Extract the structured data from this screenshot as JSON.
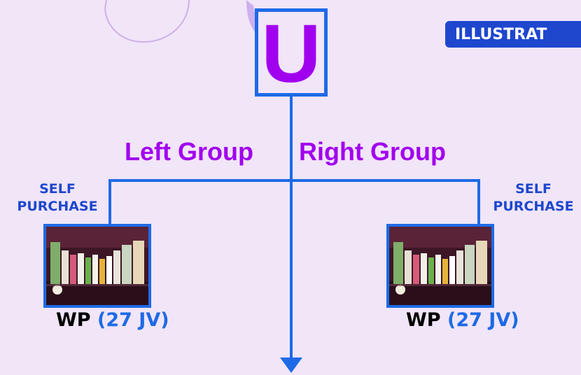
{
  "root_label": "U",
  "badge": "ILLUSTRAT",
  "groups": {
    "left": "Left Group",
    "right": "Right Group"
  },
  "left_node": {
    "self_label_line1": "SELF",
    "self_label_line2": "PURCHASE",
    "product_code": "WP",
    "product_volume": "(27 JV)"
  },
  "right_node": {
    "self_label_line1": "SELF",
    "self_label_line2": "PURCHASE",
    "product_code": "WP",
    "product_volume": "(27 JV)"
  },
  "colors": {
    "background": "#f1e5f8",
    "line_blue": "#1e6ae6",
    "label_blue": "#1e47ce",
    "accent_purple": "#a100ef"
  },
  "icons": {
    "photo": "product-photo",
    "arrow": "down-arrow-icon"
  }
}
